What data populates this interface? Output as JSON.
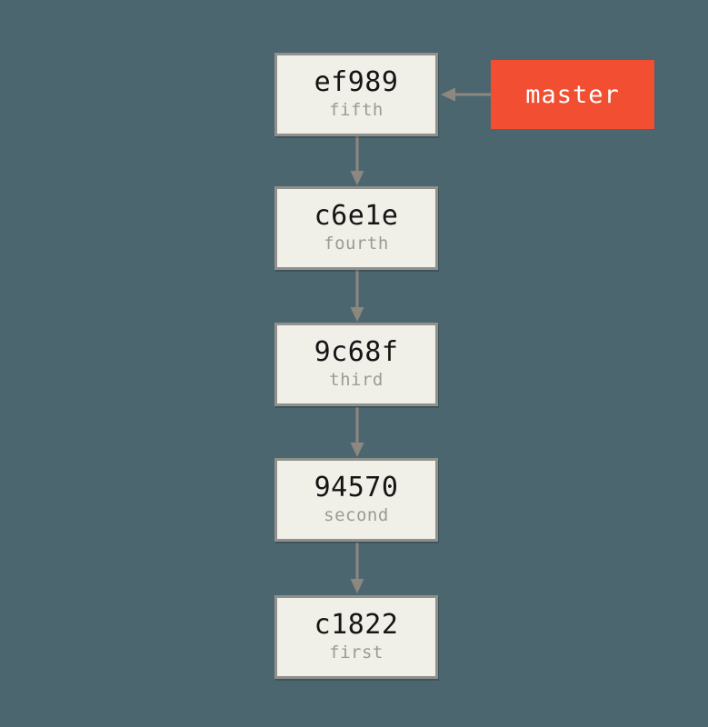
{
  "diagram": {
    "commits": [
      {
        "hash": "ef989",
        "label": "fifth"
      },
      {
        "hash": "c6e1e",
        "label": "fourth"
      },
      {
        "hash": "9c68f",
        "label": "third"
      },
      {
        "hash": "94570",
        "label": "second"
      },
      {
        "hash": "c1822",
        "label": "first"
      }
    ],
    "branch": {
      "label": "master"
    }
  },
  "colors": {
    "background": "#4C6670",
    "commit_box_fill": "#F0EFE8",
    "commit_box_border": "#90908C",
    "hash_text": "#151515",
    "message_text": "#9C9A94",
    "arrow": "#8D8780",
    "branch_fill": "#F14E32",
    "branch_text": "#FFFFFF"
  }
}
